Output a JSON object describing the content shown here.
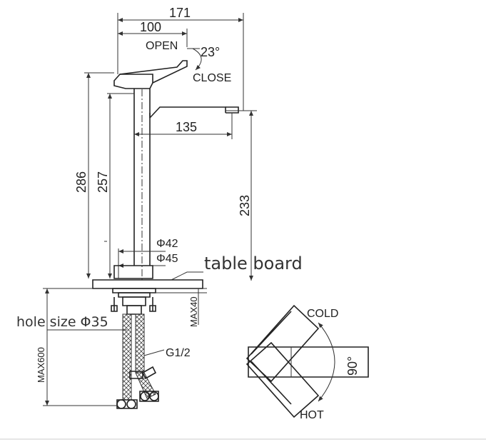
{
  "dimensions": {
    "total_width": "171",
    "handle_width": "100",
    "spout_reach": "135",
    "total_height": "286",
    "body_height": "257",
    "spout_height": "233",
    "tube_diameter": "Φ42",
    "base_diameter": "Φ45",
    "max_thread": "MAX40",
    "max_hose": "MAX600",
    "lever_angle": "23°",
    "rotation_angle": "90°"
  },
  "labels": {
    "open": "OPEN",
    "close": "CLOSE",
    "table_board": "table board",
    "hole_size": "hole size Φ35",
    "hose_thread": "G1/2",
    "cold": "COLD",
    "hot": "HOT"
  }
}
